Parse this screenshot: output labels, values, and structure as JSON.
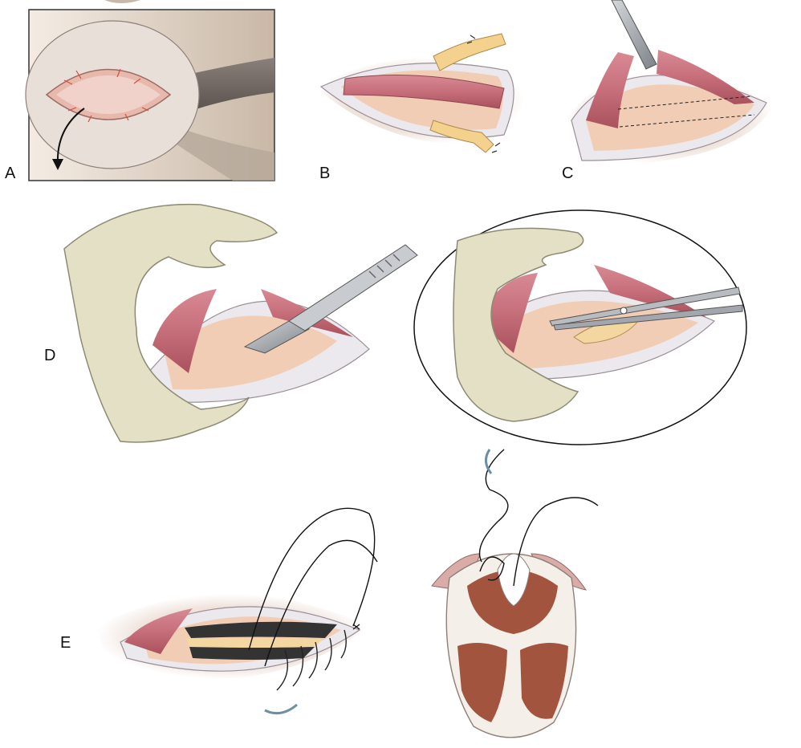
{
  "labels": {
    "a": "A",
    "b": "B",
    "c": "C",
    "d": "D",
    "e": "E"
  },
  "colors": {
    "muscle": "#c9727e",
    "muscle_dark": "#a14f5b",
    "tunica": "#f1ccb4",
    "fascia": "#e8e6ea",
    "skin": "#ead6cc",
    "glove": "#e4e0c6",
    "glove_line": "#8d8a73",
    "fat": "#f3d6a0",
    "blade": "#a9adb3",
    "bone": "#f4efe8",
    "cancellous": "#a2543f",
    "suture": "#222222",
    "cord": "#6f6762"
  }
}
